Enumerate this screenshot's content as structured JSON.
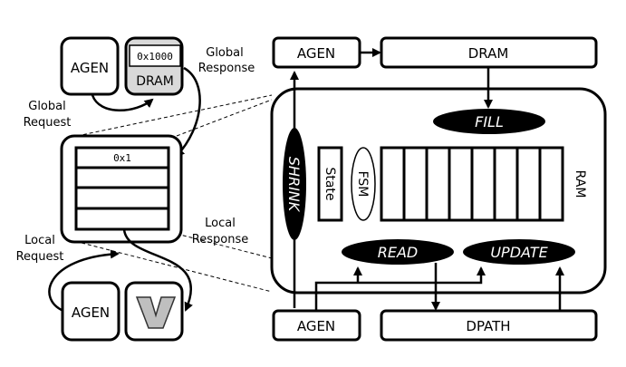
{
  "left": {
    "global_agen": "AGEN",
    "global_dram_addr": "0x1000",
    "global_dram": "DRAM",
    "global_response": [
      "Global",
      "Response"
    ],
    "global_request": [
      "Global",
      "Request"
    ],
    "buffer_first_entry": "0x1",
    "local_response": [
      "Local",
      "Response"
    ],
    "local_request": [
      "Local",
      "Request"
    ],
    "local_agen": "AGEN",
    "vector_symbol": "V"
  },
  "right": {
    "top_agen": "AGEN",
    "top_dram": "DRAM",
    "fill": "FILL",
    "shrink": "SHRINK",
    "state": "State",
    "fsm": "FSM",
    "ram": "RAM",
    "ram_columns": 8,
    "read": "READ",
    "update": "UPDATE",
    "bottom_agen": "AGEN",
    "dpath": "DPATH"
  },
  "colors": {
    "stroke": "#000000",
    "dram_fill": "#d9d9d9",
    "v_fill": "#bfbfbf"
  }
}
